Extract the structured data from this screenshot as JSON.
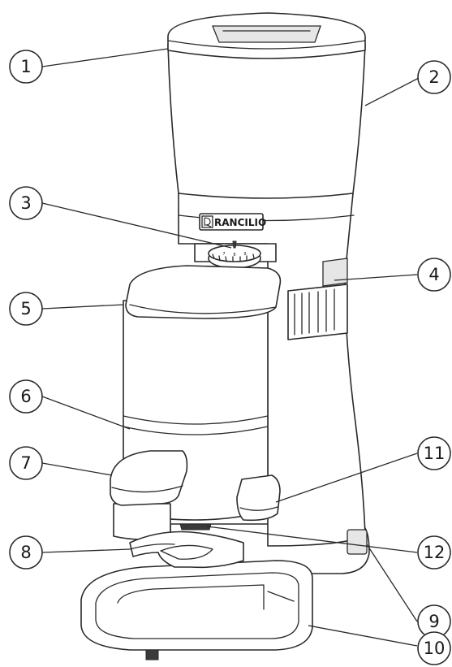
{
  "brand": {
    "name": "RANCILIO",
    "logo_mark": "rancilio-logo-icon"
  },
  "dial_ticks": [
    "7",
    "8",
    "9"
  ],
  "callouts": [
    {
      "id": "c1",
      "label": "1"
    },
    {
      "id": "c2",
      "label": "2"
    },
    {
      "id": "c3",
      "label": "3"
    },
    {
      "id": "c4",
      "label": "4"
    },
    {
      "id": "c5",
      "label": "5"
    },
    {
      "id": "c6",
      "label": "6"
    },
    {
      "id": "c7",
      "label": "7"
    },
    {
      "id": "c8",
      "label": "8"
    },
    {
      "id": "c9",
      "label": "9"
    },
    {
      "id": "c10",
      "label": "10"
    },
    {
      "id": "c11",
      "label": "11"
    },
    {
      "id": "c12",
      "label": "12"
    }
  ]
}
